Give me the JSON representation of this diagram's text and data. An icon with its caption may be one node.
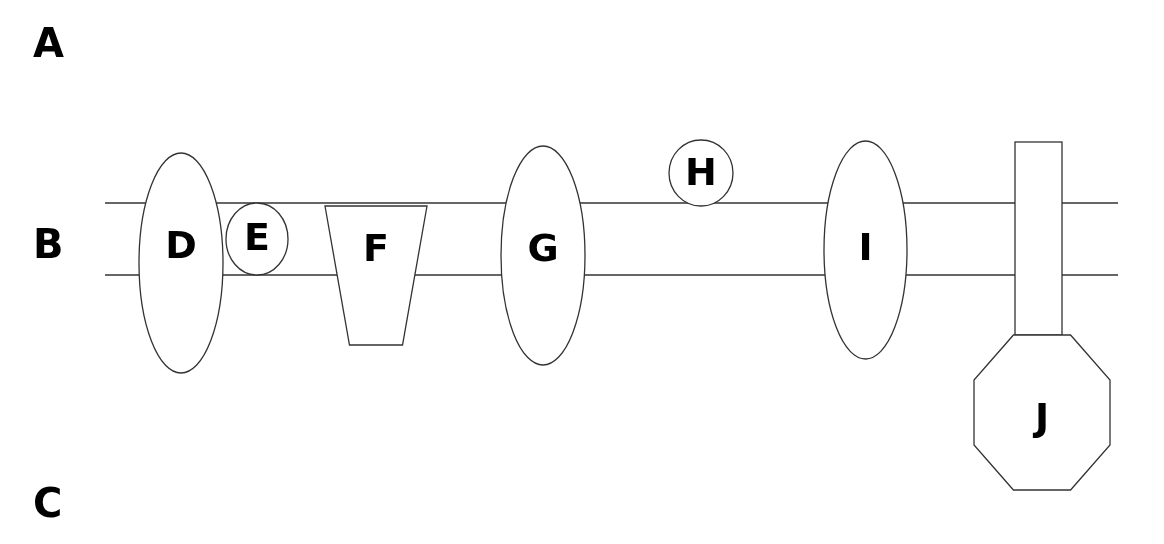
{
  "diagram": {
    "nodes": [
      {
        "text": [
          "D"
        ]
      },
      {
        "text": [
          "E"
        ]
      },
      {
        "text": [
          "F"
        ]
      },
      {
        "text": [
          "G"
        ]
      },
      {
        "text": [
          "H"
        ]
      },
      {
        "text": [
          "I"
        ]
      },
      {
        "text": [],
        "shape": "box"
      },
      {
        "text": [
          "J"
        ]
      }
    ],
    "labels": [
      "A",
      "B",
      "C"
    ]
  }
}
